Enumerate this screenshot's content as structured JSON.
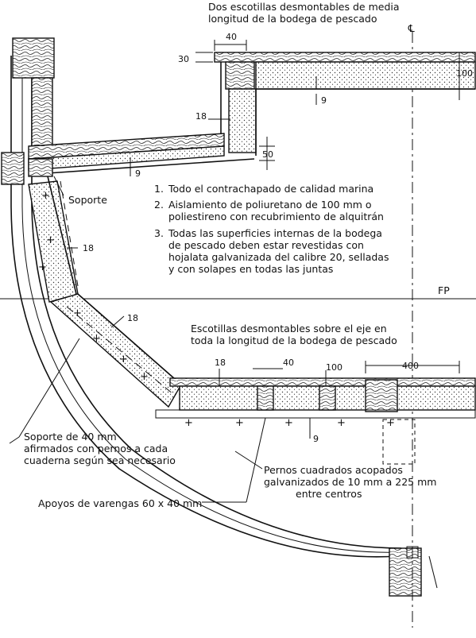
{
  "labels": {
    "hatch_half": [
      "Dos escotillas desmontables de media",
      "longitud de la bodega de pescado"
    ],
    "centerline": "℄",
    "support": "Soporte",
    "hatch_axis": [
      "Escotillas desmontables sobre el eje en",
      "toda la longitud de la bodega de pescado"
    ],
    "fp": "FP",
    "support_40": [
      "Soporte de 40 mm",
      "afirmados con pernos a cada",
      "cuaderna según sea necesario"
    ],
    "bolts": [
      "Pernos cuadrados acopados",
      "galvanizados de 10 mm a 225 mm",
      "entre centros"
    ],
    "floor_supports": "Apoyos de varengas 60 x 40 mm"
  },
  "notes": [
    [
      "1.",
      "Todo el contrachapado de calidad marina"
    ],
    [
      "2.",
      "Aislamiento de poliuretano de 100 mm o",
      "poliestireno con recubrimiento de alquitrán"
    ],
    [
      "3.",
      "Todas las superficies internas de la bodega",
      "de pescado deben estar revestidas con",
      "hojalata galvanizada del calibre 20, selladas",
      "y con solapes en todas las juntas"
    ]
  ],
  "dimensions": {
    "d40_top": "40",
    "d30": "30",
    "d100_right": "100",
    "d9_top": "9",
    "d18_upper": "18",
    "d50": "50",
    "d9_deck": "9",
    "d18_side": "18",
    "d18_diag": "18",
    "d18_bottom": "18",
    "d40_bottom": "40",
    "d100_bottom": "100",
    "d400": "400",
    "d9_bottom": "9"
  }
}
